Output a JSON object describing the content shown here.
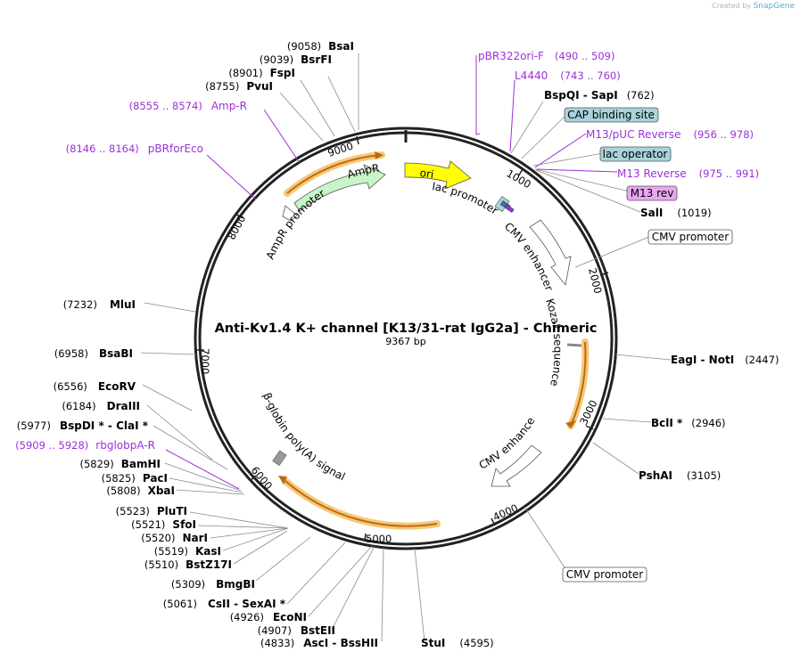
{
  "watermark": {
    "prefix": "Created by",
    "brand": "SnapGene"
  },
  "plasmid": {
    "name": "Anti-Kv1.4 K+ channel [K13/31-rat IgG2a] - Chimeric",
    "length": "9367 bp"
  },
  "ruler": [
    "1000",
    "2000",
    "3000",
    "4000",
    "5000",
    "6000",
    "7000",
    "8000",
    "9000"
  ],
  "sites_right": [
    {
      "text": "BspQI  - SapI",
      "num": "(762)"
    },
    {
      "text": "SalI",
      "num": "(1019)"
    },
    {
      "text": "EagI  - NotI",
      "num": "(2447)"
    },
    {
      "text": "BclI *",
      "num": "(2946)"
    },
    {
      "text": "PshAI",
      "num": "(3105)"
    },
    {
      "text": "StuI",
      "num": "(4595)"
    }
  ],
  "sites_left": [
    {
      "num": "(9058)",
      "text": "BsaI"
    },
    {
      "num": "(9039)",
      "text": "BsrFI"
    },
    {
      "num": "(8901)",
      "text": "FspI"
    },
    {
      "num": "(8755)",
      "text": "PvuI"
    },
    {
      "num": "(7232)",
      "text": "MluI"
    },
    {
      "num": "(6958)",
      "text": "BsaBI"
    },
    {
      "num": "(6556)",
      "text": "EcoRV"
    },
    {
      "num": "(6184)",
      "text": "DraIII"
    },
    {
      "num": "(5977)",
      "text": "BspDI *  - ClaI *"
    },
    {
      "num": "(5829)",
      "text": "BamHI"
    },
    {
      "num": "(5825)",
      "text": "PacI"
    },
    {
      "num": "(5808)",
      "text": "XbaI"
    },
    {
      "num": "(5523)",
      "text": "PluTI"
    },
    {
      "num": "(5521)",
      "text": "SfoI"
    },
    {
      "num": "(5520)",
      "text": "NarI"
    },
    {
      "num": "(5519)",
      "text": "KasI"
    },
    {
      "num": "(5510)",
      "text": "BstZ17I"
    },
    {
      "num": "(5309)",
      "text": "BmgBI"
    },
    {
      "num": "(5061)",
      "text": "CsII  - SexAI *"
    },
    {
      "num": "(4926)",
      "text": "EcoNI"
    },
    {
      "num": "(4907)",
      "text": "BstEII"
    },
    {
      "num": "(4833)",
      "text": "AscI  - BssHII"
    }
  ],
  "primers": [
    {
      "text": "pBR322ori-F",
      "num": "(490 .. 509)"
    },
    {
      "text": "L4440",
      "num": "(743 .. 760)"
    },
    {
      "text": "M13/pUC Reverse",
      "num": "(956 .. 978)"
    },
    {
      "text": "M13 Reverse",
      "num": "(975 .. 991)"
    },
    {
      "num": "(8555 .. 8574)",
      "text": "Amp-R"
    },
    {
      "num": "(8146 .. 8164)",
      "text": "pBRforEco"
    },
    {
      "num": "(5909 .. 5928)",
      "text": "rbglobpA-R"
    }
  ],
  "boxes": [
    {
      "text": "CAP binding site",
      "fill": "#a8d3dc"
    },
    {
      "text": "lac operator",
      "fill": "#a8d3dc"
    },
    {
      "text": "M13 rev",
      "fill": "#e7a8f0"
    },
    {
      "text": "CMV promoter",
      "fill": "#ffffff"
    },
    {
      "text": "CMV promoter",
      "fill": "#ffffff"
    }
  ],
  "features": {
    "ori": "ori",
    "lac_promoter": "lac promoter",
    "cmv_enhancer_1": "CMV enhancer",
    "kozak": "Kozak sequence",
    "cmv_enhancer_2": "CMV enhancer",
    "bglobin": "β-globin poly(A) signal",
    "ampr": "AmpR",
    "ampr_promoter": "AmpR promoter"
  },
  "colors": {
    "backbone": "#222222",
    "ori": "#ffff00",
    "ampr": "#c8f5c8",
    "orf_highlight": "#f5c97a",
    "orf_line": "#c06a10",
    "primer": "#9b30d9",
    "leader": "#8a8a8a"
  }
}
